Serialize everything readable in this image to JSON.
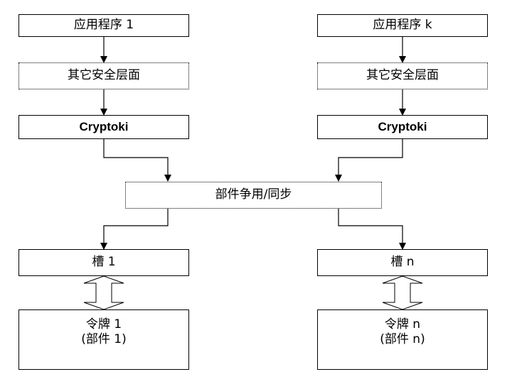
{
  "left": {
    "app": "应用程序 1",
    "security": "其它安全层面",
    "cryptoki": "Cryptoki",
    "slot": "槽 1",
    "token_line1": "令牌 1",
    "token_line2": "(部件 1)"
  },
  "right": {
    "app": "应用程序 k",
    "security": "其它安全层面",
    "cryptoki": "Cryptoki",
    "slot": "槽 n",
    "token_line1": "令牌 n",
    "token_line2": "(部件 n)"
  },
  "middle": {
    "sync": "部件争用/同步"
  }
}
